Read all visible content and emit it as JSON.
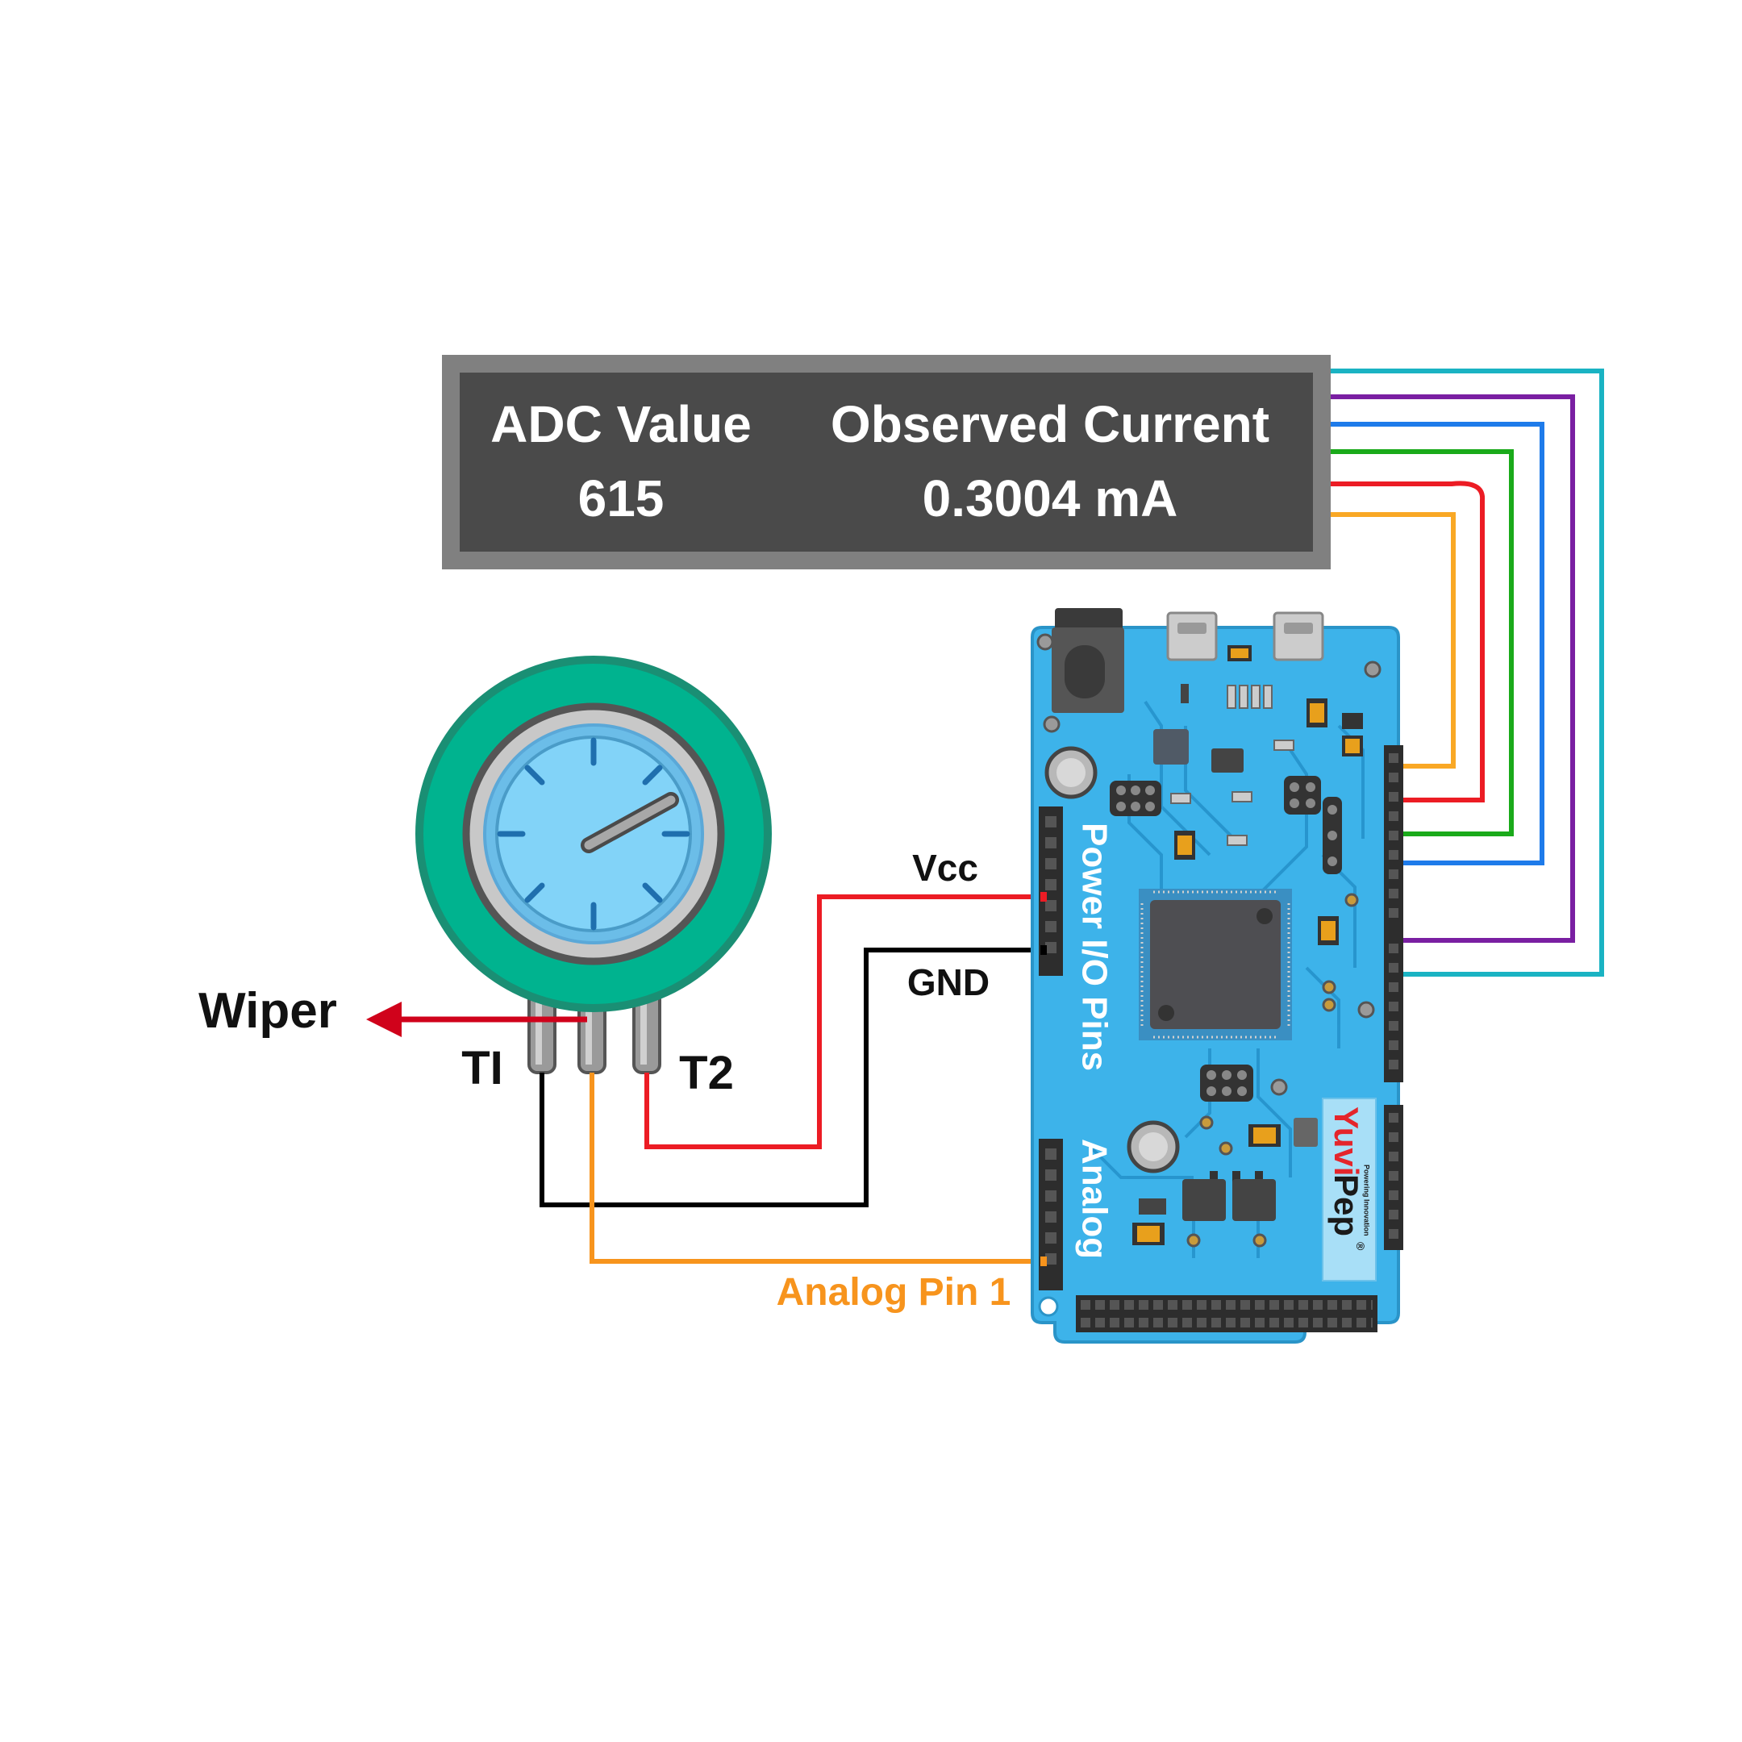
{
  "display": {
    "col1_header": "ADC Value",
    "col1_value": "615",
    "col2_header": "Observed Current",
    "col2_value": "0.3004 mA"
  },
  "potentiometer": {
    "wiper_label": "Wiper",
    "t1_label": "TI",
    "t2_label": "T2"
  },
  "wiring": {
    "vcc_label": "Vcc",
    "gnd_label": "GND",
    "analog_pin_label": "Analog Pin 1"
  },
  "board": {
    "side_label_top": "Power I/O Pins",
    "side_label_bottom": "Analog",
    "brand_a": "Yuvi",
    "brand_b": "Pep",
    "tagline": "Powering Innovation",
    "registered": "®"
  },
  "colors": {
    "lcd_bg": "#4a4a4a",
    "lcd_frame": "#808080",
    "board_blue": "#3db3ea",
    "pot_green": "#00b38f",
    "dial_blue": "#82d3f8",
    "wire_vcc": "#ec1c24",
    "wire_gnd": "#000000",
    "wire_analog": "#f7941d",
    "wire_orange": "#f9a825",
    "wire_green": "#1aaa1a",
    "wire_blue": "#1e7bea",
    "wire_purple": "#7a1fa2",
    "wire_teal": "#1ab3c3",
    "brand_red": "#e4252b"
  }
}
